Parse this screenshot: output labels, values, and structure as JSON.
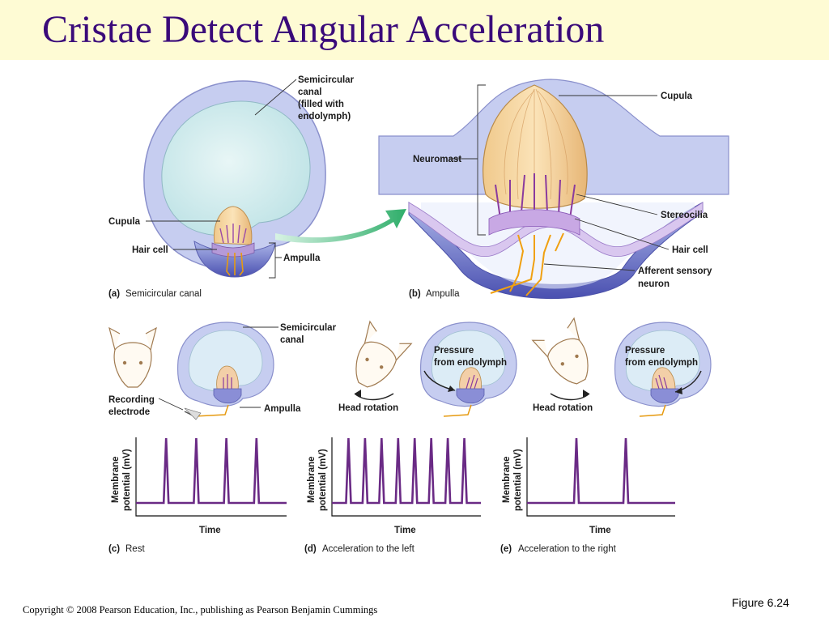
{
  "slide_title": "Cristae Detect Angular Acceleration",
  "panel_a": {
    "letter": "(a)",
    "caption": "Semicircular canal",
    "canal_label_lines": [
      "Semicircular",
      "canal",
      "(filled with",
      "endolymph)"
    ],
    "cupula": "Cupula",
    "hair_cell": "Hair cell",
    "ampulla": "Ampulla"
  },
  "panel_b": {
    "letter": "(b)",
    "caption": "Ampulla",
    "cupula": "Cupula",
    "neuromast": "Neuromast",
    "stereocilia": "Stereocilia",
    "hair_cell": "Hair cell",
    "neuron_lines": [
      "Afferent sensory",
      "neuron"
    ]
  },
  "panel_c": {
    "letter": "(c)",
    "caption": "Rest",
    "canal_lines": [
      "Semicircular",
      "canal"
    ],
    "recording_lines": [
      "Recording",
      "electrode"
    ],
    "ampulla": "Ampulla"
  },
  "panel_d": {
    "letter": "(d)",
    "caption": "Acceleration to the left",
    "head_rotation": "Head rotation",
    "pressure_lines": [
      "Pressure",
      "from endolymph"
    ]
  },
  "panel_e": {
    "letter": "(e)",
    "caption": "Acceleration to the right",
    "head_rotation": "Head rotation",
    "pressure_lines": [
      "Pressure",
      "from endolymph"
    ]
  },
  "traces": {
    "ylabel_lines": [
      "Membrane",
      "potential (mV)"
    ],
    "xlabel": "Time",
    "rest_spikes": 4,
    "left_spikes": 8,
    "right_spikes": 2
  },
  "colors": {
    "title": "#3a0a7a",
    "title_bar": "#fefbd4",
    "trace": "#6a2a85",
    "arrow": "#2fae6a"
  },
  "figure_number": "Figure 6.24",
  "copyright": "Copyright © 2008 Pearson Education, Inc., publishing as Pearson Benjamin Cummings"
}
